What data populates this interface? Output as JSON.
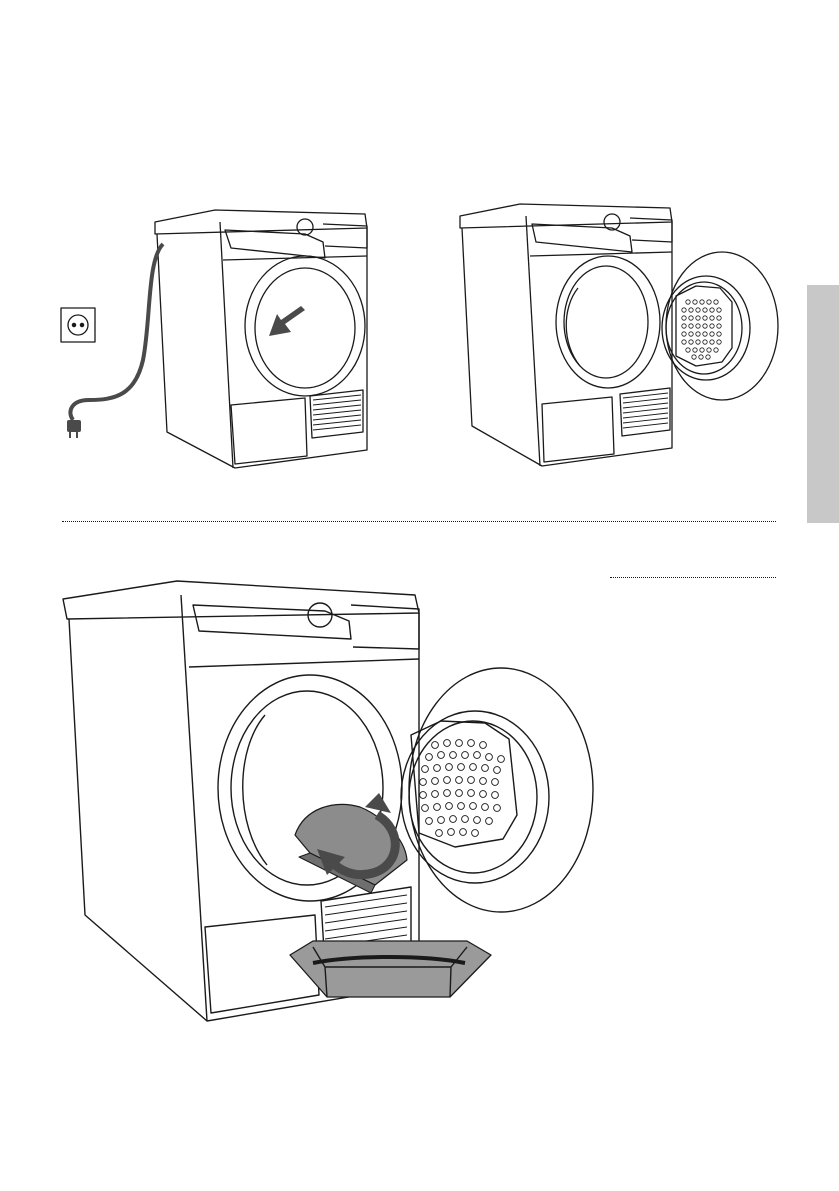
{
  "page": {
    "figures": [
      {
        "id": "step-1",
        "depicts": [
          "dryer",
          "unplugged-power-cord",
          "wall-socket",
          "arrow-pointing-to-door"
        ]
      },
      {
        "id": "step-2",
        "depicts": [
          "dryer",
          "open-door",
          "door-filter"
        ]
      },
      {
        "id": "step-3",
        "depicts": [
          "dryer",
          "open-door",
          "door-filter",
          "fluff-filter-removed",
          "rotate-arrow",
          "collection-tray"
        ]
      }
    ],
    "colors": {
      "line": "#1a1a1a",
      "arrow": "#4a4a4a",
      "filter_fill": "#8c8c8c",
      "tab": "#c8c8c8"
    },
    "icons": [
      "wall-socket-icon",
      "power-plug-icon",
      "arrow-down-left-icon",
      "rotate-arrow-icon"
    ]
  }
}
